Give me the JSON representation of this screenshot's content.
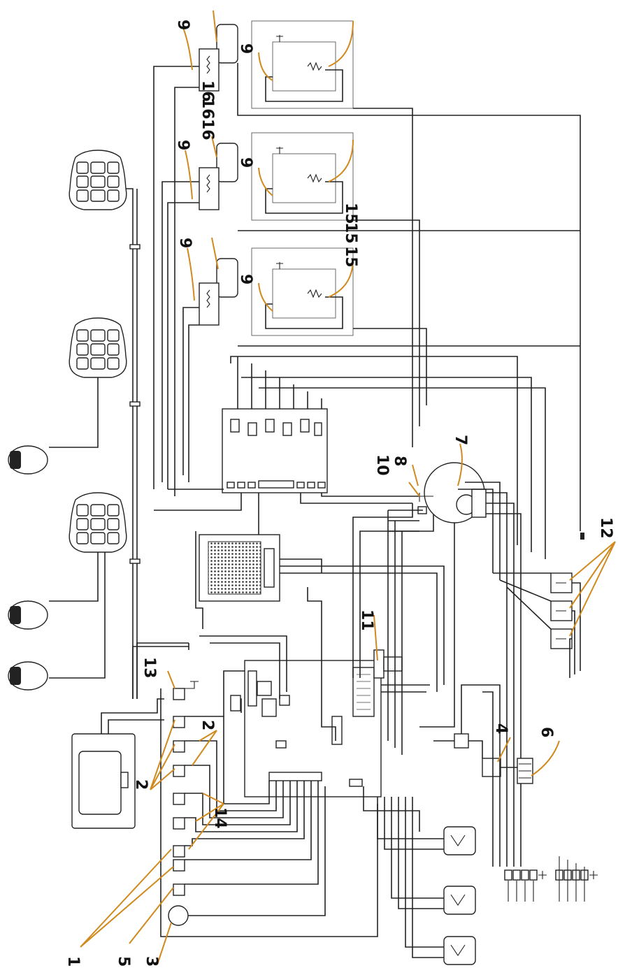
{
  "diagram": {
    "colors": {
      "line": "#222222",
      "leader": "#d08a1e",
      "background": "#ffffff"
    },
    "callouts": [
      {
        "id": "c9a",
        "text": "9"
      },
      {
        "id": "c9b",
        "text": "9"
      },
      {
        "id": "c9c",
        "text": "9"
      },
      {
        "id": "c9d",
        "text": "9"
      },
      {
        "id": "c9e",
        "text": "9"
      },
      {
        "id": "c9f",
        "text": "9"
      },
      {
        "id": "c16a",
        "text": "16"
      },
      {
        "id": "c16b",
        "text": "16"
      },
      {
        "id": "c16c",
        "text": "16"
      },
      {
        "id": "c15a",
        "text": "15"
      },
      {
        "id": "c15b",
        "text": "15"
      },
      {
        "id": "c15c",
        "text": "15"
      },
      {
        "id": "c10",
        "text": "10"
      },
      {
        "id": "c8",
        "text": "8"
      },
      {
        "id": "c7",
        "text": "7"
      },
      {
        "id": "c11",
        "text": "11"
      },
      {
        "id": "c12",
        "text": "12"
      },
      {
        "id": "c13",
        "text": "13"
      },
      {
        "id": "c2a",
        "text": "2"
      },
      {
        "id": "c2b",
        "text": "2"
      },
      {
        "id": "c4",
        "text": "4"
      },
      {
        "id": "c6",
        "text": "6"
      },
      {
        "id": "c14",
        "text": "14"
      },
      {
        "id": "c1",
        "text": "1"
      },
      {
        "id": "c5",
        "text": "5"
      },
      {
        "id": "c3",
        "text": "3"
      }
    ]
  }
}
